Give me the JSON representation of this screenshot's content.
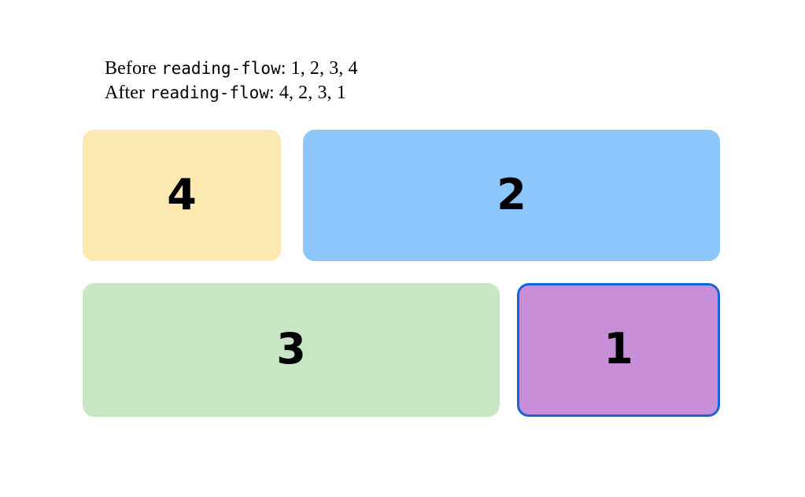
{
  "caption": {
    "line1": {
      "prefix": "Before ",
      "property": "reading-flow",
      "separator": ": ",
      "order": "1, 2, 3, 4"
    },
    "line2": {
      "prefix": "After ",
      "property": "reading-flow",
      "separator": ": ",
      "order": "4, 2, 3, 1"
    }
  },
  "grid": {
    "boxes": [
      {
        "label": "4",
        "color": "#fce9b0",
        "color_name": "yellow",
        "focused": false,
        "row": 1,
        "column": 1
      },
      {
        "label": "2",
        "color": "#8cc6fa",
        "color_name": "blue",
        "focused": false,
        "row": 1,
        "column": 2
      },
      {
        "label": "3",
        "color": "#c8e6c3",
        "color_name": "green",
        "focused": false,
        "row": 2,
        "column": 1
      },
      {
        "label": "1",
        "color": "#c98ed8",
        "color_name": "purple",
        "focused": true,
        "focus_ring_color": "#1565d8",
        "row": 2,
        "column": 2
      }
    ]
  },
  "colors": {
    "background": "#ffffff",
    "text": "#000000",
    "focus_ring": "#1565d8"
  }
}
